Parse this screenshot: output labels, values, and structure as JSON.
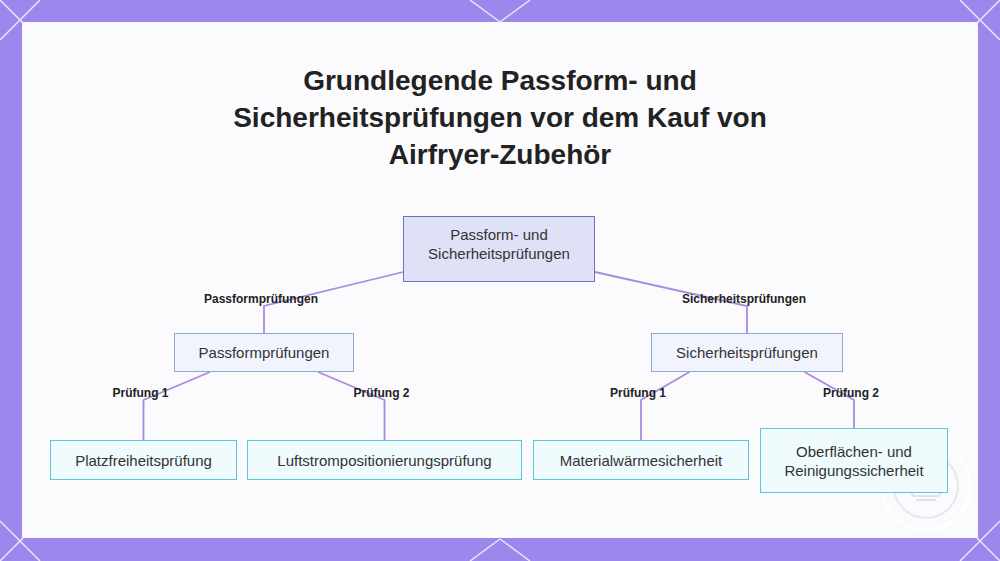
{
  "diagram": {
    "title": "Grundlegende Passform- und Sicherheitsprüfungen vor dem Kauf von Airfryer-Zubehör",
    "nodes": [
      {
        "text": [
          "Passform- und Sicherheitsprüfungen"
        ]
      },
      {
        "text": [
          "Passformprüfungen"
        ]
      },
      {
        "text": [
          "Sicherheitsprüfungen"
        ]
      },
      {
        "text": [
          "Platzfreiheitsprüfung"
        ]
      },
      {
        "text": [
          "Luftstrompositionierungsprüfung"
        ]
      },
      {
        "text": [
          "Materialwärmesicherheit"
        ]
      },
      {
        "text": [
          "Oberflächen- und Reinigungssicherheit"
        ]
      }
    ],
    "edges": [
      {
        "from": 0,
        "to": 1,
        "label": "Passformprüfungen",
        "arrow": "none"
      },
      {
        "from": 0,
        "to": 2,
        "label": "Sicherheitsprüfungen",
        "arrow": "none"
      },
      {
        "from": 1,
        "to": 3,
        "label": "Prüfung 1",
        "arrow": "none"
      },
      {
        "from": 1,
        "to": 4,
        "label": "Prüfung 2",
        "arrow": "none"
      },
      {
        "from": 2,
        "to": 5,
        "label": "Prüfung 1",
        "arrow": "none"
      },
      {
        "from": 2,
        "to": 6,
        "label": "Prüfung 2",
        "arrow": "none"
      }
    ]
  }
}
